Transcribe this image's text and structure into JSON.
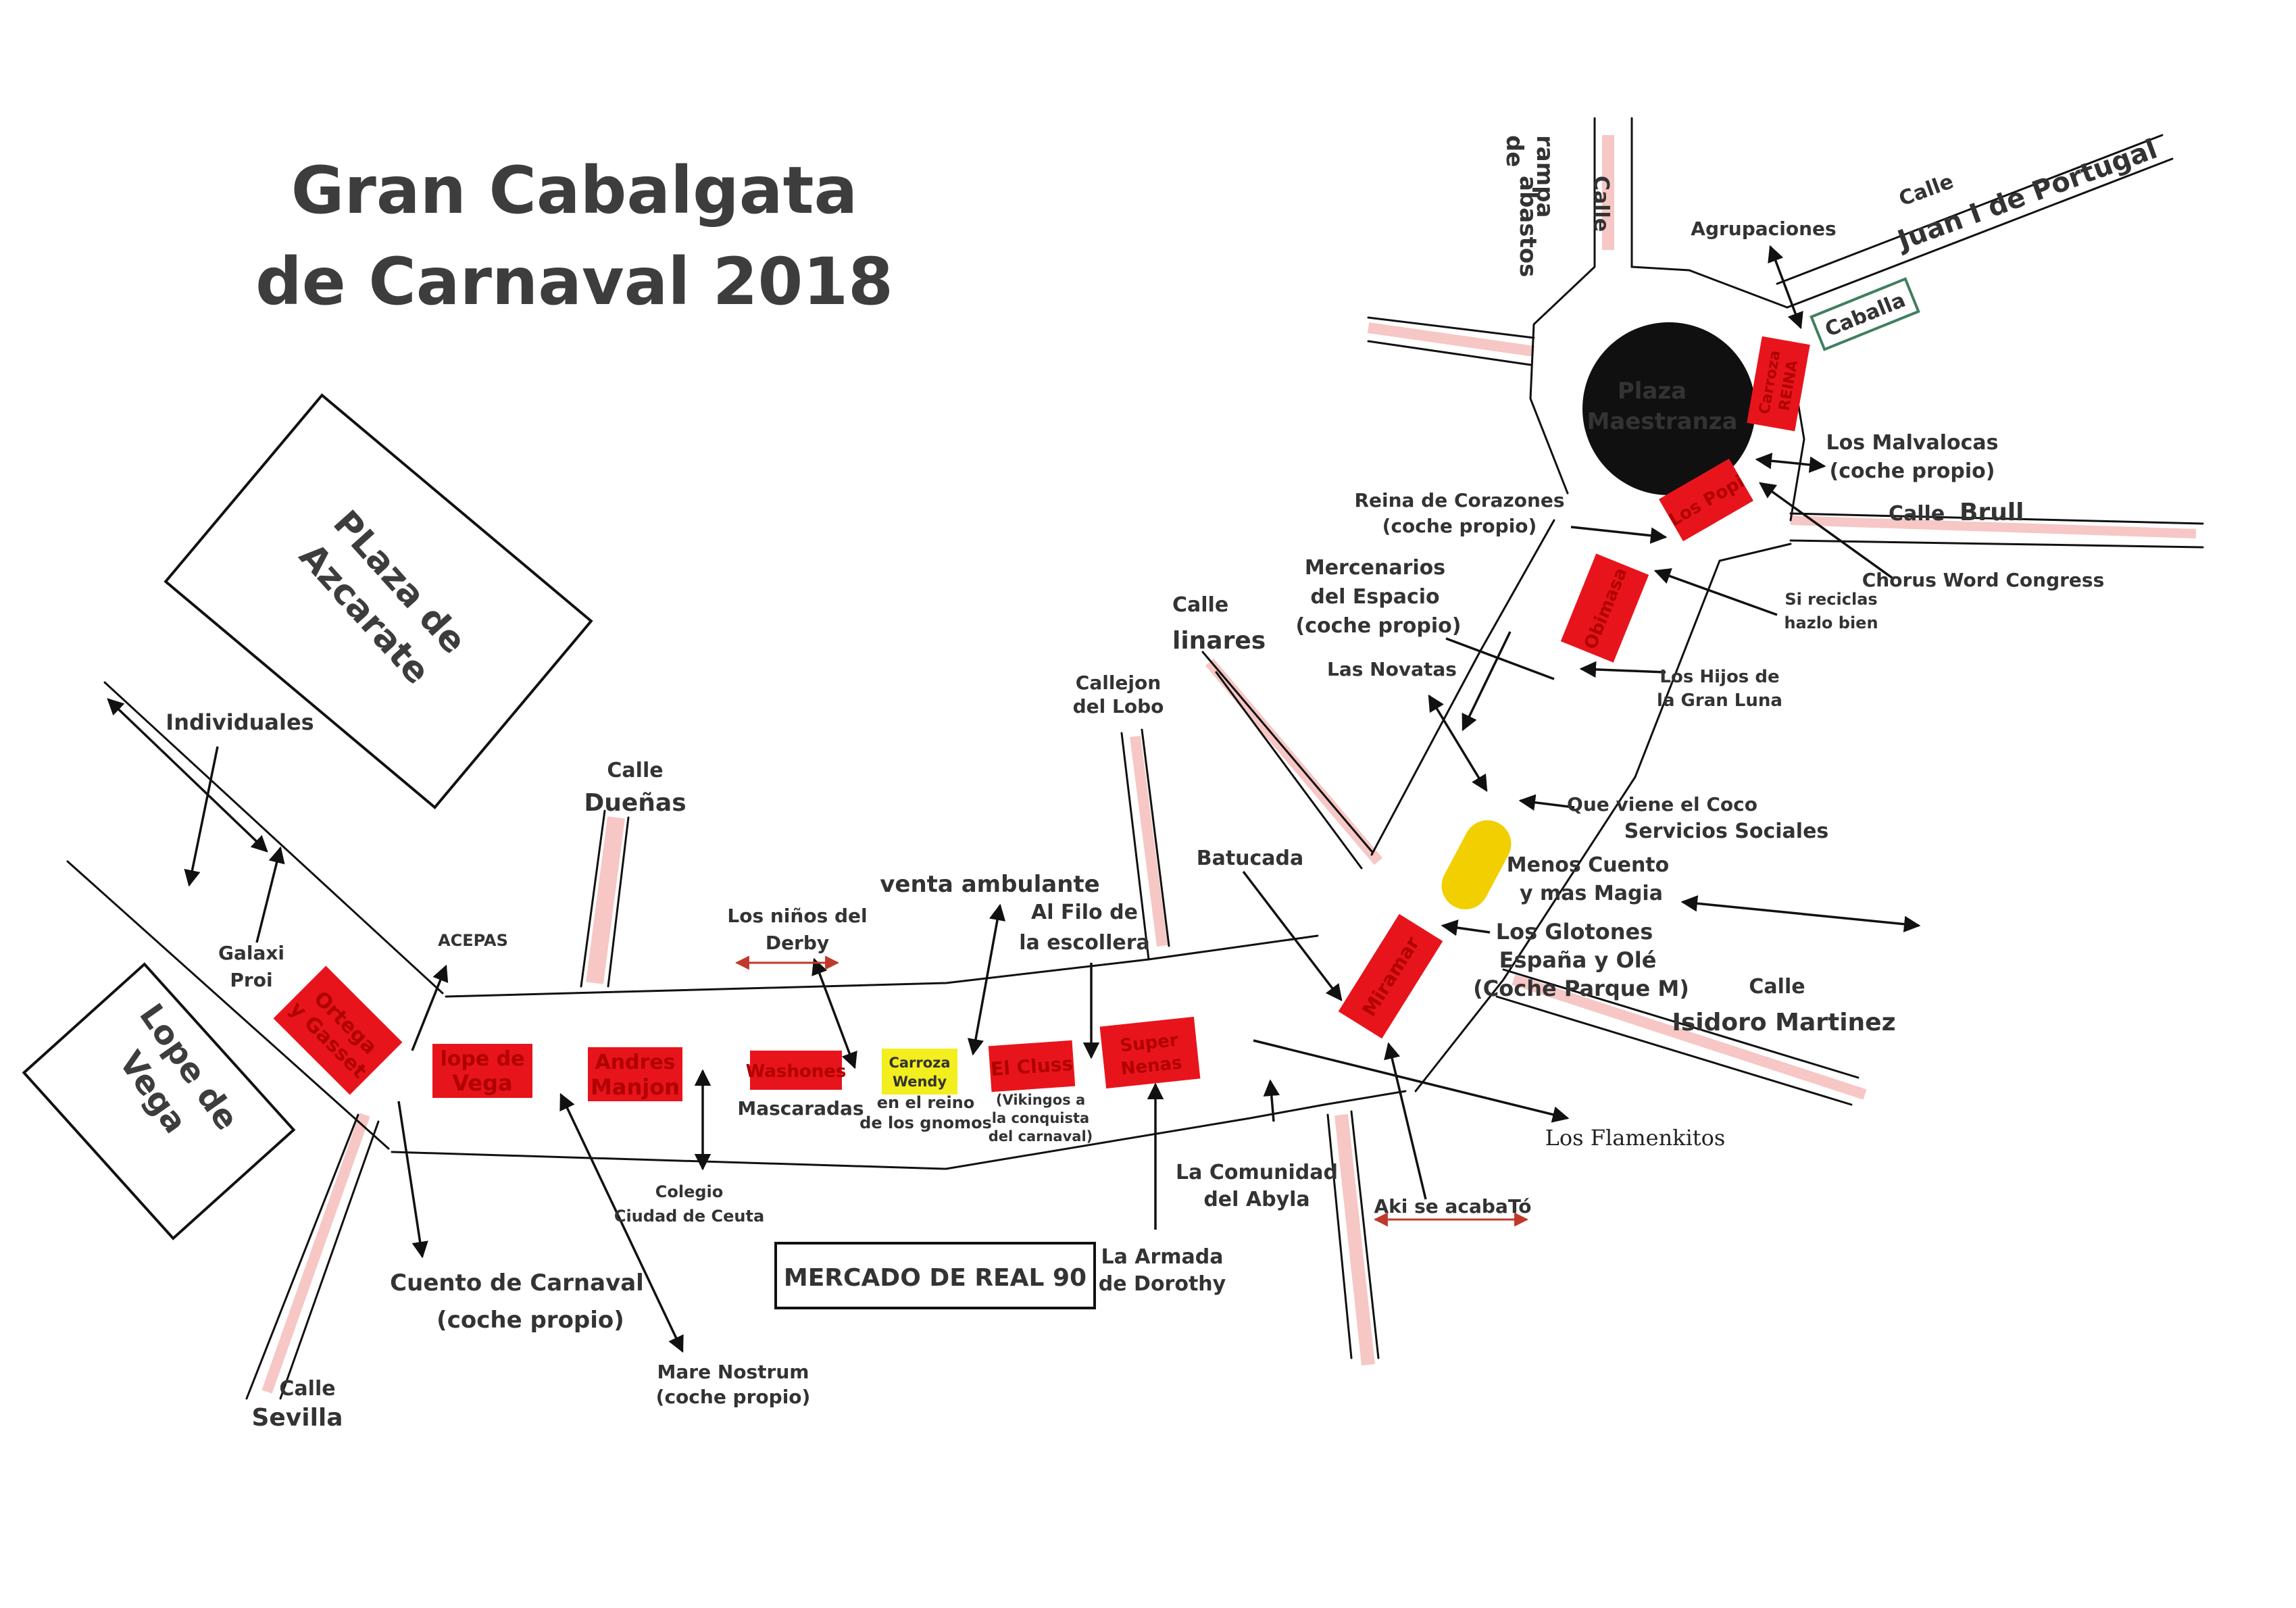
{
  "title": {
    "line1": "Gran Cabalgata",
    "line2": "de Carnaval 2018"
  },
  "colors": {
    "float_red": "#e8141c",
    "float_yellow": "#f3ee1d",
    "menos_cuento": "#f2cf00",
    "plaza": "#101010",
    "street_pink": "#f6c7c4",
    "arrow_red": "#c0392b",
    "caballa_green": "#3f7f5f"
  },
  "blocks": {
    "plaza_azcarate": [
      "PLaza de",
      "Azcarate"
    ],
    "lope_de_vega": [
      "Lope de",
      "Vega"
    ],
    "mercado": "MERCADO DE REAL 90",
    "plaza_maestranza": [
      "Plaza",
      "Maestranza"
    ],
    "caballa": "Caballa"
  },
  "streets": {
    "rampa": [
      "rampa",
      "de",
      "abastos"
    ],
    "calle_rampa": "Calle",
    "juan": [
      "Calle",
      "Juan I de Portugal"
    ],
    "brull": [
      "Calle",
      "Brull"
    ],
    "linares": [
      "Calle",
      "linares"
    ],
    "callejon": [
      "Callejon",
      "del Lobo"
    ],
    "duenas": [
      "Calle",
      "Dueñas"
    ],
    "sevilla": [
      "Calle",
      "Sevilla"
    ],
    "isidoro": [
      "Calle",
      "Isidoro Martinez"
    ]
  },
  "floats": {
    "ortega": [
      "Ortega",
      "y Gasset"
    ],
    "lope": [
      "lope de",
      "Vega"
    ],
    "andres": [
      "Andres",
      "Manjon"
    ],
    "washones": "Washones",
    "carroza_wendy": [
      "Carroza",
      "Wendy"
    ],
    "el_cluss": "El Cluss",
    "super_nenas": [
      "Super",
      "Nenas"
    ],
    "miramar": "Miramar",
    "obimasa": "Obimasa",
    "los_popi": "Los Popi",
    "carroza_reina": [
      "Carroza",
      "REINA"
    ]
  },
  "labels": {
    "individuales": "Individuales",
    "galaxi": [
      "Galaxi",
      "Proi"
    ],
    "acepas": "ACEPAS",
    "cuento": [
      "Cuento de Carnaval",
      "(coche propio)"
    ],
    "mare": [
      "Mare Nostrum",
      "(coche propio)"
    ],
    "colegio": [
      "Colegio",
      "Ciudad de Ceuta"
    ],
    "mascaradas": "Mascaradas",
    "ninos": [
      "Los niños del",
      "Derby"
    ],
    "wendy_sub": [
      "en el reino",
      "de los gnomos"
    ],
    "venta": "venta ambulante",
    "alfilo": [
      "Al Filo de",
      "la escollera"
    ],
    "vikingos": [
      "(Vikingos a",
      "la conquista",
      "del carnaval)"
    ],
    "armada": [
      "La Armada",
      "de Dorothy"
    ],
    "comunidad": [
      "La Comunidad",
      "del Abyla"
    ],
    "batucada": "Batucada",
    "aki": "Aki se acabaTó",
    "flamenkitos": "Los Flamenkitos",
    "glotones": [
      "Los Glotones",
      "España y Olé",
      "(Coche Parque M)"
    ],
    "menos": [
      "Menos Cuento",
      "y mas Magia"
    ],
    "servicios": "Servicios Sociales",
    "coco": "Que viene el Coco",
    "novatas": "Las Novatas",
    "mercenarios": [
      "Mercenarios",
      "del Espacio",
      "(coche propio)"
    ],
    "hijos": [
      "Los Hijos de",
      "la Gran Luna"
    ],
    "reciclas": [
      "Si reciclas",
      "hazlo bien"
    ],
    "reina_cor": [
      "Reina de Corazones",
      "(coche propio)"
    ],
    "chorus": "Chorus Word Congress",
    "malvalocas": [
      "Los Malvalocas",
      "(coche propio)"
    ],
    "agrupaciones": "Agrupaciones"
  }
}
